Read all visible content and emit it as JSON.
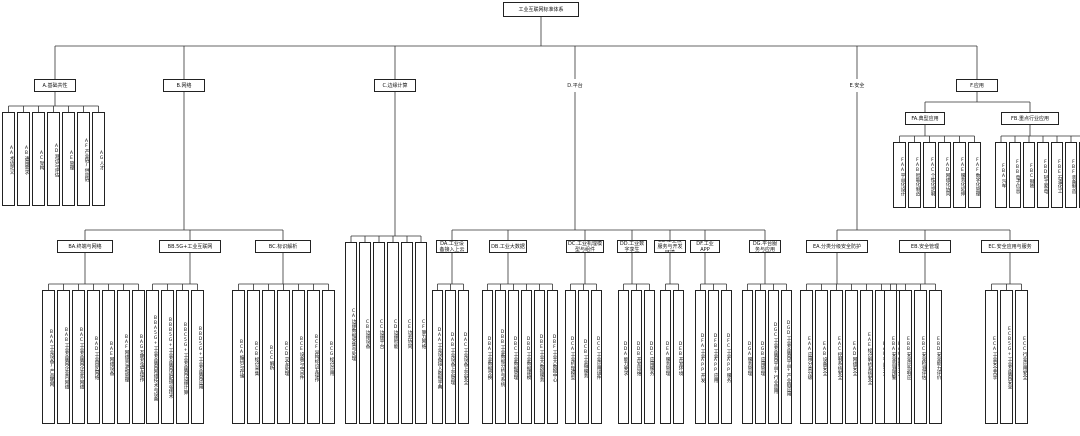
{
  "root": "工业互联网标准体系",
  "sections": [
    {
      "label": "A.基础共性",
      "leaves": [
        "AA术语定义",
        "AB通用需求",
        "AC架构",
        "AD测试与评估",
        "AE管理",
        "AF产业链/供应链",
        "AG人才"
      ]
    },
    {
      "label": "B.网络",
      "groups": [
        {
          "label": "BA.终端与网络",
          "leaves": [
            "BAA工业设备/产品联网",
            "BAB工业互联网企业内网络",
            "BAC工业互联网企业外网络",
            "BAD工业园区网络",
            "BAE网络设备",
            "BAF网络资源和管理",
            "BAG互联互通互操作"
          ]
        },
        {
          "label": "BB.5G+工业互联网",
          "leaves": [
            "BBA5G+工业互联网网络技术与设备",
            "BBB5G+工业互联网适配增强技术",
            "BBC5G+工业互联网边缘计算",
            "BBD5G+工业互联网应用"
          ]
        },
        {
          "label": "BC.标识解析",
          "leaves": [
            "BCA编码与存储",
            "BCB标识采集",
            "BCC解析",
            "BCD交互处理",
            "BCE设备与中间件",
            "BCF异构标识互操作",
            "BCG标识应用"
          ]
        }
      ]
    },
    {
      "label": "C.边缘计算",
      "leaves": [
        "CA边缘数据采集与处理",
        "CB边缘设备",
        "CC边缘平台",
        "CD边缘智能",
        "CE边云协同",
        "CF算力网络"
      ]
    },
    {
      "label": "D.平台",
      "groups": [
        {
          "label": "DA.工业设备接入上云",
          "leaves": [
            "DAA工业设备接入数据字典",
            "DAB工业设备上云管理",
            "DAC工业设备上云安全"
          ]
        },
        {
          "label": "DB.工业大数据",
          "leaves": [
            "DBA工业数据交换",
            "DBB工业数据分析与系统",
            "DBC工业数据管理",
            "DBD工业数据建模",
            "DBE工业大数据服务",
            "DBF工业大数据中心"
          ]
        },
        {
          "label": "DC.工业机理模型与组件",
          "leaves": [
            "DCA工业机理模型",
            "DCB工业微服务",
            "DCC工业应用组件"
          ]
        },
        {
          "label": "DD.工业数字孪生",
          "leaves": [
            "DDA能力要求",
            "DDB开发运维",
            "DDC应用服务"
          ]
        },
        {
          "label": "DE.工业微服务与开发环境",
          "leaves": [
            "DEA服务管理",
            "DEB开发环境"
          ]
        },
        {
          "label": "DF.工业APP",
          "leaves": [
            "DFA工业APP开发",
            "DFB工业APP应用",
            "DFC工业APP服务"
          ]
        },
        {
          "label": "DG.平台服务与应用",
          "leaves": [
            "DGA服务管理",
            "DGB应用管理",
            "DGC工业互联网平台+行业应用",
            "DGD工业互联网平台+产业链应用"
          ]
        }
      ]
    },
    {
      "label": "E.安全",
      "groups": [
        {
          "label": "EA.分类分级安全防护",
          "leaves": [
            "EAA应用分类分级",
            "EAB设备安全",
            "EAC控制系统安全",
            "EAD网络安全",
            "EAE标识解析系统安全",
            "EAF平台安全",
            "EAG数据安全"
          ]
        },
        {
          "label": "EB.安全管理",
          "leaves": [
            "EBA安全监测预警",
            "EBB安全应急响应",
            "EBC安全检测评估",
            "EBD安全能力评价"
          ]
        },
        {
          "label": "EC.安全应用与服务",
          "leaves": [
            "ECA工业安全共享",
            "ECB5G+工业互联网安全",
            "ECC行业应用安全"
          ]
        }
      ]
    },
    {
      "label": "F.应用",
      "groups": [
        {
          "label": "FA.典型应用",
          "leaves": [
            "FAA平台化设计",
            "FAB智能化制造",
            "FAC个性化定制",
            "FAD网络化协同",
            "FAE服务化延伸",
            "FAF数字化管理"
          ]
        },
        {
          "label": "FB.重点行业应用",
          "leaves": [
            "FBA汽车",
            "FBB电子信息",
            "FBC钢铁",
            "FBD轻工家电",
            "FBE石油化工",
            "FBF装备制造",
            "……"
          ]
        }
      ]
    }
  ]
}
